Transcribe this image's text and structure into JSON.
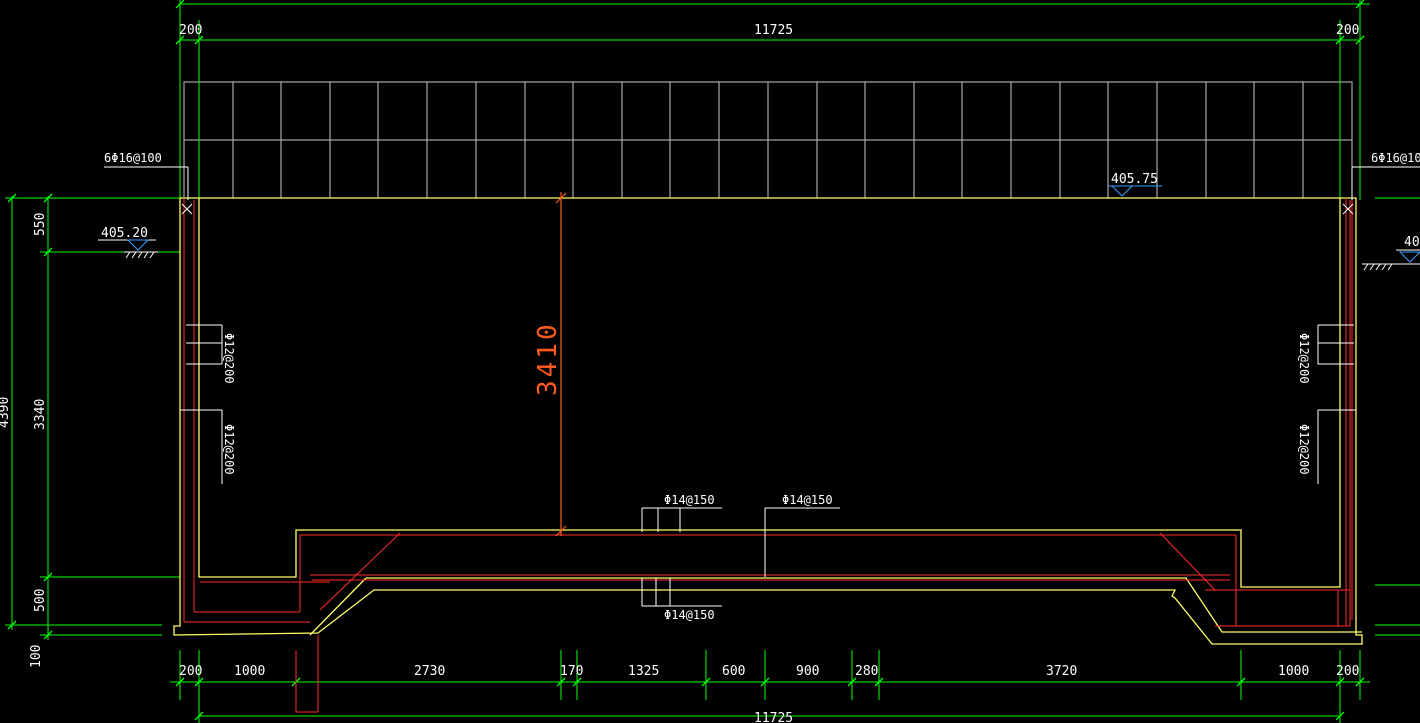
{
  "colors": {
    "background": "#000000",
    "dimension": "#00ff00",
    "wall_outline": "#ffff66",
    "rebar": "#ff2a2a",
    "grid": "#c8c8c8",
    "elevation_marker": "#3aa0ff",
    "callout_text": "#ffffff",
    "highlight_dim": "#ff5a1e"
  },
  "top_dimensions": {
    "left_offset": "200",
    "total": "11725",
    "right_offset": "200"
  },
  "bottom_dimensions": {
    "segments": [
      "200",
      "1000",
      "2730",
      "170",
      "1325",
      "600",
      "900",
      "280",
      "3720",
      "1000",
      "200"
    ],
    "total": "11725"
  },
  "left_dimensions": {
    "top": "550",
    "middle": "3340",
    "bottom": "500",
    "overall": "4390",
    "below": "100"
  },
  "highlight_dimension": "3410",
  "elevations": {
    "left": "405.20",
    "top_right": "405.75",
    "right_partial": "40"
  },
  "rebar_labels": {
    "top_left": "6Φ16@100",
    "top_right": "6Φ16@10",
    "left_wall_upper": "Φ12@200",
    "left_wall_lower": "Φ12@200",
    "right_wall_upper": "Φ12@200",
    "right_wall_lower": "Φ12@200",
    "slab_top_left": "Φ14@150",
    "slab_top_right": "Φ14@150",
    "slab_bottom": "Φ14@150"
  }
}
